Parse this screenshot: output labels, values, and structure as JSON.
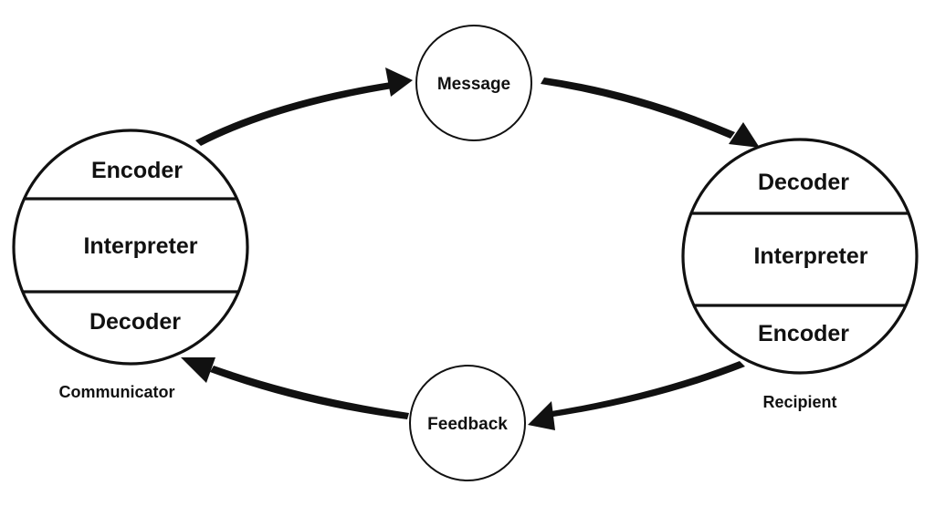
{
  "communicator": {
    "label": "Communicator",
    "top": "Encoder",
    "middle": "Interpreter",
    "bottom": "Decoder"
  },
  "recipient": {
    "label": "Recipient",
    "top": "Decoder",
    "middle": "Interpreter",
    "bottom": "Encoder"
  },
  "message": {
    "label": "Message"
  },
  "feedback": {
    "label": "Feedback"
  }
}
